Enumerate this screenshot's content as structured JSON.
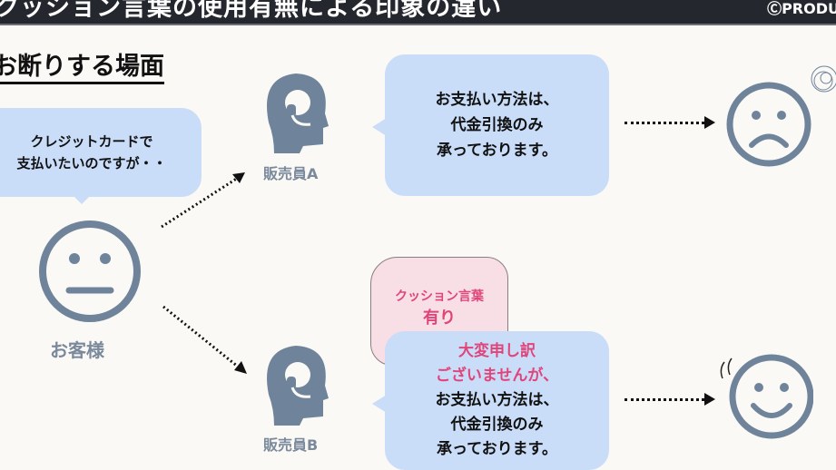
{
  "header": {
    "title": "クッション言葉の使用有無による印象の違い",
    "logo": "PRODU"
  },
  "scene_title": "お断りする場面",
  "customer": {
    "speech_line1": "クレジットカードで",
    "speech_line2": "支払いたいのですが・・",
    "label": "お客様"
  },
  "agent_a": {
    "label": "販売員A",
    "line1": "お支払い方法は、",
    "line2": "代金引換のみ",
    "line3": "承っております。"
  },
  "agent_b": {
    "label": "販売員B",
    "cushion1": "大変申し訳",
    "cushion2": "ございませんが、",
    "line1": "お支払い方法は、",
    "line2": "代金引換のみ",
    "line3": "承っております。"
  },
  "pillow": {
    "line1": "クッション言葉",
    "line2": "有り"
  },
  "colors": {
    "header": "#24282e",
    "bubble": "#c9dcf8",
    "accent": "#e0457a",
    "icon": "#6f849b"
  }
}
